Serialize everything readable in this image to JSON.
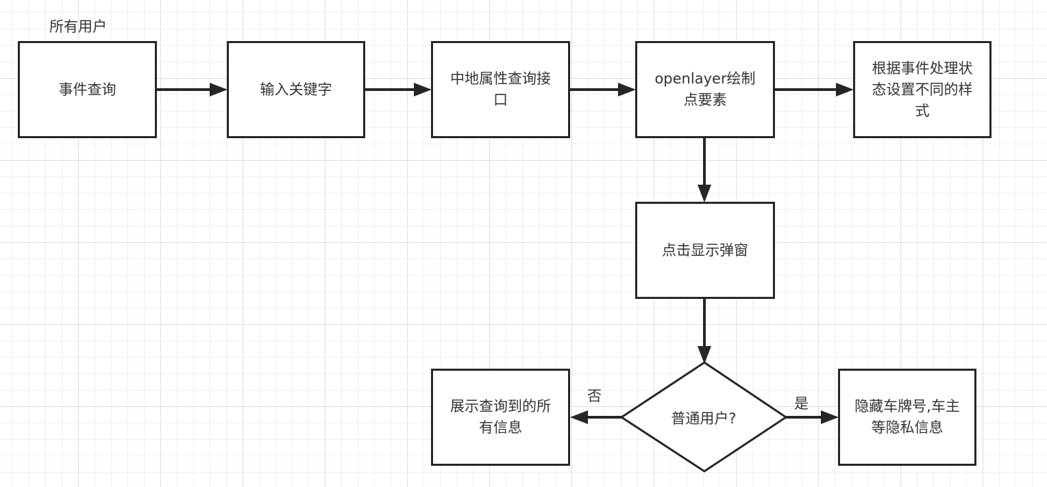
{
  "diagram": {
    "lane_label": "所有用户",
    "nodes": {
      "event_query": "事件查询",
      "input_keyword": "输入关键字",
      "attr_query": "中地属性查询接口",
      "draw_points": "openlayer绘制点要素",
      "style_by_status": "根据事件处理状态设置不同的样式",
      "click_popup": "点击显示弹窗",
      "decision": "普通用户?",
      "show_all": "展示查询到的所有信息",
      "hide_private": "隐藏车牌号,车主等隐私信息"
    },
    "edge_labels": {
      "no": "否",
      "yes": "是"
    }
  },
  "colors": {
    "stroke": "#262626",
    "text": "#333333",
    "grid_major": "#dedede",
    "grid_minor": "#f0f0f0"
  }
}
